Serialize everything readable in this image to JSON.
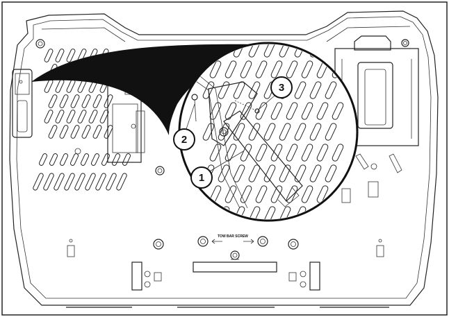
{
  "diagram": {
    "tow_label": "TOW BAR SCREW",
    "callouts": [
      {
        "number": "1"
      },
      {
        "number": "2"
      },
      {
        "number": "3"
      }
    ]
  }
}
